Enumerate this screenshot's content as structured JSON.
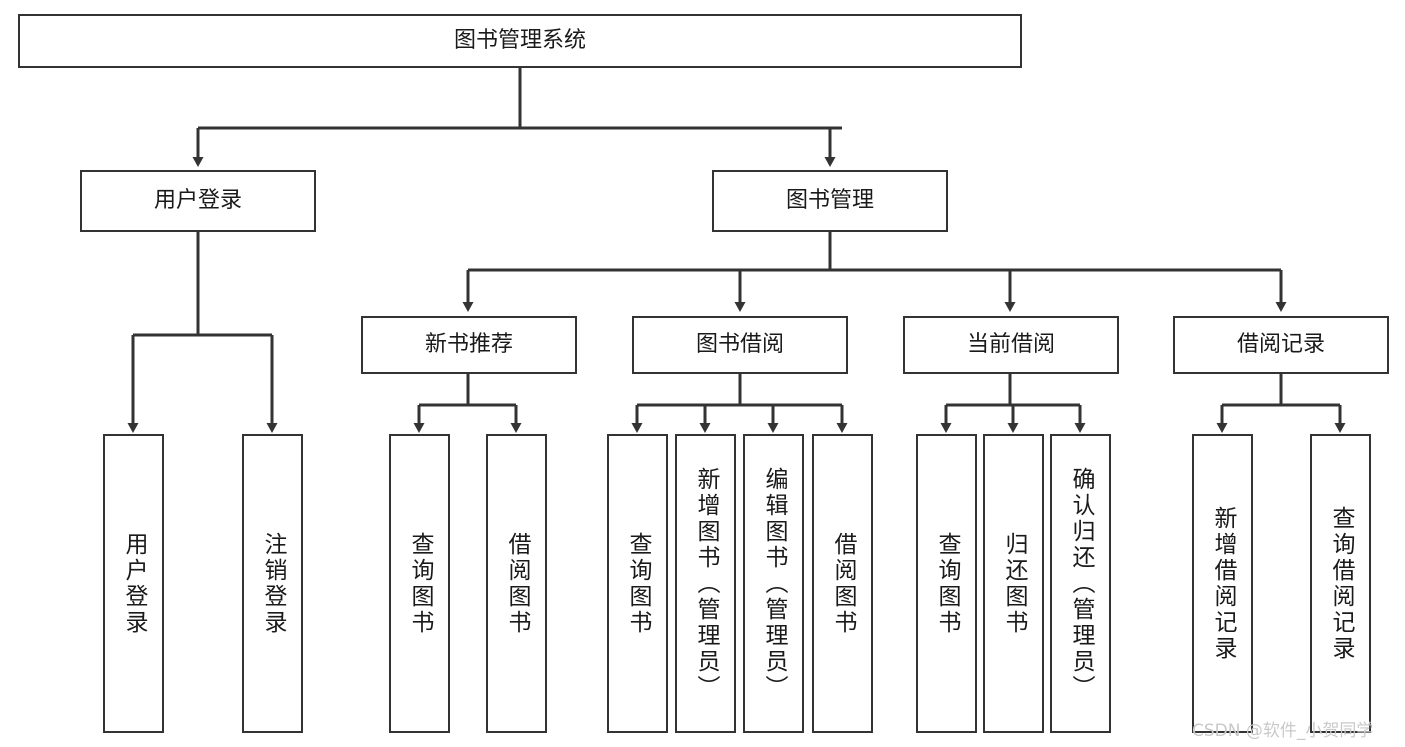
{
  "diagram": {
    "type": "tree-hierarchy",
    "title": "图书管理系统",
    "watermark": "CSDN @软件_小贺同学",
    "colors": {
      "box_border": "#333333",
      "box_fill": "#ffffff",
      "connector": "#333333",
      "text": "#1a1a1a",
      "watermark": "#c9c9c9",
      "background": "#ffffff"
    },
    "nodes": {
      "root": {
        "label": "图书管理系统",
        "level": 1,
        "orientation": "horizontal"
      },
      "user_login": {
        "label": "用户登录",
        "level": 2,
        "orientation": "horizontal"
      },
      "book_manage": {
        "label": "图书管理",
        "level": 2,
        "orientation": "horizontal"
      },
      "new_book_rec": {
        "label": "新书推荐",
        "level": 3,
        "orientation": "horizontal"
      },
      "book_borrow": {
        "label": "图书借阅",
        "level": 3,
        "orientation": "horizontal"
      },
      "current_borrow": {
        "label": "当前借阅",
        "level": 3,
        "orientation": "horizontal"
      },
      "borrow_record": {
        "label": "借阅记录",
        "level": 3,
        "orientation": "horizontal"
      },
      "leaf_user_login": {
        "label": "用户登录",
        "level": 4,
        "orientation": "vertical"
      },
      "leaf_logout": {
        "label": "注销登录",
        "level": 4,
        "orientation": "vertical"
      },
      "leaf_query_book_1": {
        "label": "查询图书",
        "level": 4,
        "orientation": "vertical"
      },
      "leaf_borrow_book_1": {
        "label": "借阅图书",
        "level": 4,
        "orientation": "vertical"
      },
      "leaf_query_book_2": {
        "label": "查询图书",
        "level": 4,
        "orientation": "vertical"
      },
      "leaf_add_book": {
        "label": "新增图书（管理员）",
        "level": 4,
        "orientation": "vertical"
      },
      "leaf_edit_book": {
        "label": "编辑图书（管理员）",
        "level": 4,
        "orientation": "vertical"
      },
      "leaf_borrow_book_2": {
        "label": "借阅图书",
        "level": 4,
        "orientation": "vertical"
      },
      "leaf_query_book_3": {
        "label": "查询图书",
        "level": 4,
        "orientation": "vertical"
      },
      "leaf_return_book": {
        "label": "归还图书",
        "level": 4,
        "orientation": "vertical"
      },
      "leaf_confirm_return": {
        "label": "确认归还（管理员）",
        "level": 4,
        "orientation": "vertical"
      },
      "leaf_add_record": {
        "label": "新增借阅记录",
        "level": 4,
        "orientation": "vertical"
      },
      "leaf_query_record": {
        "label": "查询借阅记录",
        "level": 4,
        "orientation": "vertical"
      }
    },
    "edges": [
      {
        "from": "root",
        "to": "user_login"
      },
      {
        "from": "root",
        "to": "book_manage"
      },
      {
        "from": "user_login",
        "to": "leaf_user_login"
      },
      {
        "from": "user_login",
        "to": "leaf_logout"
      },
      {
        "from": "book_manage",
        "to": "new_book_rec"
      },
      {
        "from": "book_manage",
        "to": "book_borrow"
      },
      {
        "from": "book_manage",
        "to": "current_borrow"
      },
      {
        "from": "book_manage",
        "to": "borrow_record"
      },
      {
        "from": "new_book_rec",
        "to": "leaf_query_book_1"
      },
      {
        "from": "new_book_rec",
        "to": "leaf_borrow_book_1"
      },
      {
        "from": "book_borrow",
        "to": "leaf_query_book_2"
      },
      {
        "from": "book_borrow",
        "to": "leaf_add_book"
      },
      {
        "from": "book_borrow",
        "to": "leaf_edit_book"
      },
      {
        "from": "book_borrow",
        "to": "leaf_borrow_book_2"
      },
      {
        "from": "current_borrow",
        "to": "leaf_query_book_3"
      },
      {
        "from": "current_borrow",
        "to": "leaf_return_book"
      },
      {
        "from": "current_borrow",
        "to": "leaf_confirm_return"
      },
      {
        "from": "borrow_record",
        "to": "leaf_add_record"
      },
      {
        "from": "borrow_record",
        "to": "leaf_query_record"
      }
    ]
  }
}
